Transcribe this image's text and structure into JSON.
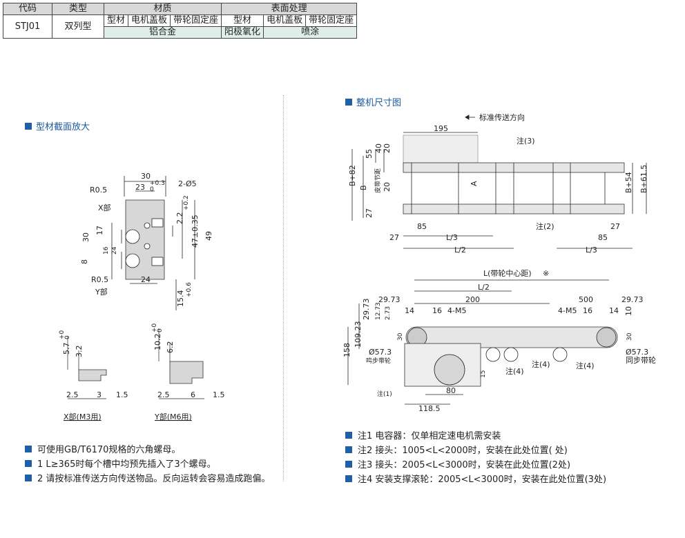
{
  "table": {
    "headers": {
      "code": "代码",
      "type": "类型",
      "material": "材质",
      "surface": "表面处理"
    },
    "sub_headers": [
      "型材",
      "电机盖板",
      "带轮固定座",
      "型材",
      "电机盖板",
      "带轮固定座"
    ],
    "code_value": "STJ01",
    "type_value": "双列型",
    "material_value": "铝合金",
    "anodize": "阳极氧化",
    "spray": "喷涂"
  },
  "sections": {
    "profile": "型材截面放大",
    "overall": "整机尺寸图"
  },
  "profile_dims": {
    "w30": "30",
    "w23": "23",
    "tol03": "+0.3",
    "tol0": "0",
    "hole": "2-Ø5",
    "r05": "R0.5",
    "xpart": "X部",
    "h30": "30",
    "h17": "17",
    "h16": "16",
    "h24": "24",
    "h8": "8",
    "d22": "2.2",
    "tol02": "+0.2",
    "h47": "47±0.35",
    "h49": "49",
    "r05b": "R0.5",
    "ypart": "Y部",
    "w24": "24",
    "h154": "15.4",
    "tol06": "+0.6"
  },
  "detail_x": {
    "d57": "5.7",
    "t03": "+0.3",
    "t0": "0",
    "d32": "3.2",
    "d25": "2.5",
    "d3": "3",
    "d15": "1.5",
    "caption": "X部(M3用)"
  },
  "detail_y": {
    "d102": "10.2",
    "t05": "+0.5",
    "t0": "0",
    "d62": "6.2",
    "d25": "2.5",
    "d6": "6",
    "d15": "1.5",
    "caption": "Y部(M6用)"
  },
  "left_notes": [
    "可使用GB/T6170规格的六角螺母。",
    "1 L≥365时每个槽中均预先插入了3个螺母。",
    "2 请按标准传送方向传送物品。反向运转会容易造成跑偏。"
  ],
  "top_view": {
    "direction": "标准传送方向",
    "d195": "195",
    "note3": "注(3)",
    "note2": "注(2)",
    "d55": "55",
    "d40": "40",
    "d20a": "20",
    "b82": "B+82",
    "b": "B",
    "belt_pitch": "皮带节距",
    "d20b": "20",
    "a": "A",
    "d27": "27",
    "d85": "85",
    "l3": "L/3",
    "l2": "L/2",
    "b54": "B+54",
    "b615": "B+61.5",
    "d27b": "27",
    "d85b": "85",
    "l3b": "L/3",
    "d27c": "27"
  },
  "side_view": {
    "l_label": "L(带轮中心距)",
    "mark": "※",
    "l2": "L/2",
    "d2973": "29.73",
    "d200": "200",
    "d500": "500",
    "d2973b": "29.73",
    "d14": "14",
    "d16": "16",
    "m5": "4-M5",
    "m5b": "4-M5",
    "d16b": "16",
    "d14b": "14",
    "d10": "10",
    "d2973v": "29.73",
    "d1273": "12.73",
    "d273": "2.73",
    "d30": "30",
    "d30b": "30",
    "d573": "Ø57.3",
    "sync_l": "鸣步带轮",
    "d573b": "Ø57.3",
    "sync_r": "同步带轮",
    "d158": "158",
    "d10923": "109.23",
    "note4a": "注(4)",
    "note4b": "注(4)",
    "note4c": "注(4)",
    "d15": "15",
    "d80": "80",
    "note1": "注(1)",
    "d1185": "118.5"
  },
  "right_notes": [
    "注1 电容器：仅单相定速电机需安装",
    "注2 接头：1005<L<2000时，安装在此处位置( 处)",
    "注3 接头：2005<L<3000时，安装在此处位置(2处)",
    "注4 安装支撑滚轮：2005<L<3000时，安装在此处位置(3处)"
  ],
  "colors": {
    "accent": "#1f5fa8",
    "red": "#d02020",
    "header": "#d8d8d8",
    "green": "#dfeee6"
  }
}
